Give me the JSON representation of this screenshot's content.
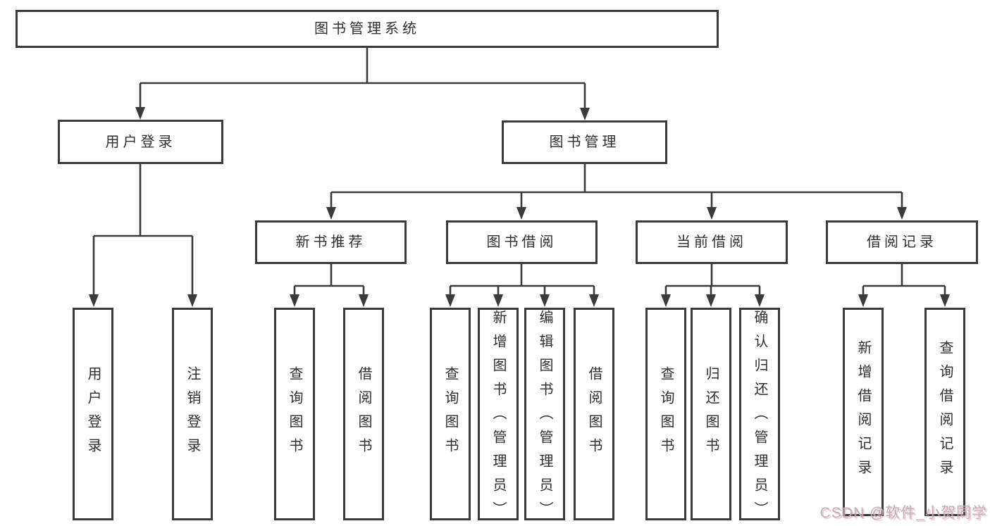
{
  "diagram": {
    "nodes": {
      "root": {
        "label": "图书管理系统"
      },
      "user_login": {
        "label": "用户登录"
      },
      "book_mgmt": {
        "label": "图书管理"
      },
      "new_books": {
        "label": "新书推荐"
      },
      "book_borrow": {
        "label": "图书借阅"
      },
      "current_borrow": {
        "label": "当前借阅"
      },
      "borrow_records": {
        "label": "借阅记录"
      }
    },
    "leaves": [
      {
        "label": "用户登录"
      },
      {
        "label": "注销登录"
      },
      {
        "label": "查询图书"
      },
      {
        "label": "借阅图书"
      },
      {
        "label": "查询图书"
      },
      {
        "label": "新增图书（管理员）"
      },
      {
        "label": "编辑图书（管理员）"
      },
      {
        "label": "借阅图书"
      },
      {
        "label": "查询图书"
      },
      {
        "label": "归还图书"
      },
      {
        "label": "确认归还（管理员）"
      },
      {
        "label": "新增借阅记录"
      },
      {
        "label": "查询借阅记录"
      }
    ]
  },
  "watermark": {
    "text": "CSDN @软件_小贺同学"
  },
  "colors": {
    "line": "#3a3a3a",
    "text": "#2f2f2f",
    "background": "#ffffff",
    "watermark_gray": "#b5b5b5",
    "watermark_pink": "#fa7896"
  }
}
